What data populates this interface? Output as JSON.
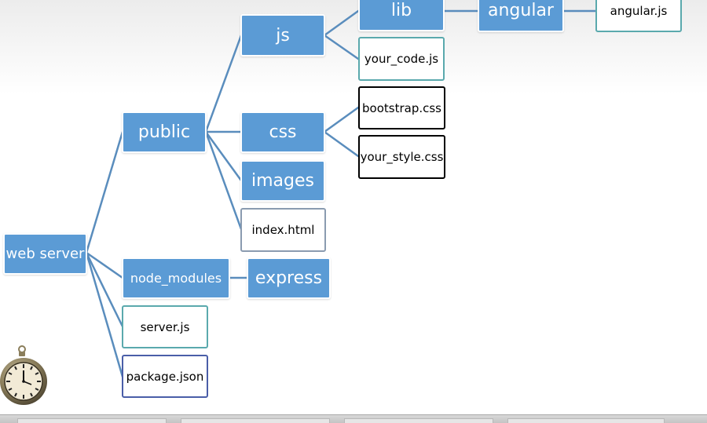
{
  "tree": {
    "web_server": "web server",
    "public": "public",
    "js": "js",
    "lib": "lib",
    "angular": "angular",
    "angular_js": "angular.js",
    "your_code_js": "your_code.js",
    "css": "css",
    "bootstrap_css": "bootstrap.css",
    "your_style_css": "your_style.css",
    "images": "images",
    "index_html": "index.html",
    "node_modules": "node_modules",
    "express": "express",
    "server_js": "server.js",
    "package_json": "package.json"
  },
  "colors": {
    "folder_fill": "#5b9bd5",
    "connector": "#5a8dbd",
    "teal_border": "#5aa9ad",
    "black_border": "#000000",
    "gray_border": "#8a9bb0",
    "navy_border": "#4a5ea8"
  },
  "icons": {
    "clock": "pocket-watch-icon"
  }
}
